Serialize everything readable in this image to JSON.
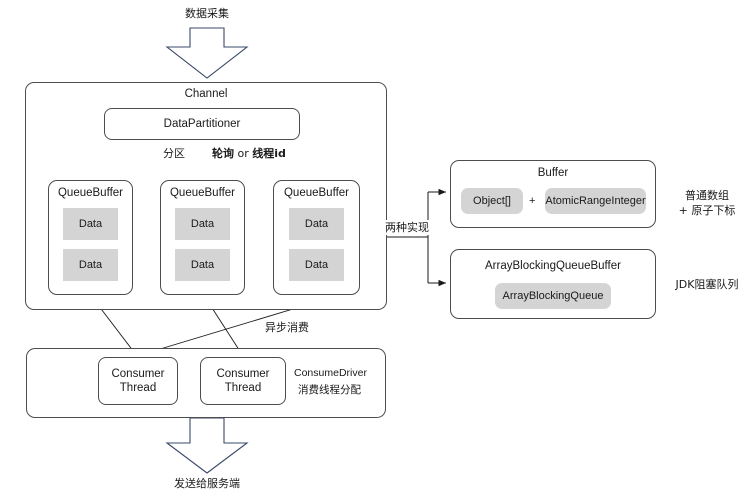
{
  "diagram": {
    "title_top": "数据采集",
    "title_bottom": "发送给服务端",
    "channel": {
      "label": "Channel",
      "partitioner": "DataPartitioner",
      "route_left": "分区",
      "route_bold_1": "轮询",
      "route_mid": " or ",
      "route_bold_2": "线程id",
      "queues": [
        {
          "label": "QueueBuffer",
          "items": [
            "Data",
            "Data"
          ]
        },
        {
          "label": "QueueBuffer",
          "items": [
            "Data",
            "Data"
          ]
        },
        {
          "label": "QueueBuffer",
          "items": [
            "Data",
            "Data"
          ]
        }
      ]
    },
    "async_label": "异步消费",
    "consume_driver": {
      "name": "ConsumeDriver",
      "subtitle": "消费线程分配",
      "threads": [
        {
          "line1": "Consumer",
          "line2": "Thread"
        },
        {
          "line1": "Consumer",
          "line2": "Thread"
        }
      ]
    },
    "impl_label": "两种实现",
    "implementations": [
      {
        "title": "Buffer",
        "chips": [
          "Object[]",
          "AtomicRangeInteger"
        ],
        "plus": "+",
        "note_line1": "普通数组",
        "note_line2": "+ 原子下标"
      },
      {
        "title": "ArrayBlockingQueueBuffer",
        "chips": [
          "ArrayBlockingQueue"
        ],
        "note_line1": "JDK阻塞队列",
        "note_line2": ""
      }
    ],
    "colors": {
      "box_border": "#4d4d4d",
      "chip_fill": "#d4d4d4",
      "arrow_outline": "#3b4a6b",
      "connector": "#1a1a1a",
      "text": "#1a1a1a"
    }
  }
}
